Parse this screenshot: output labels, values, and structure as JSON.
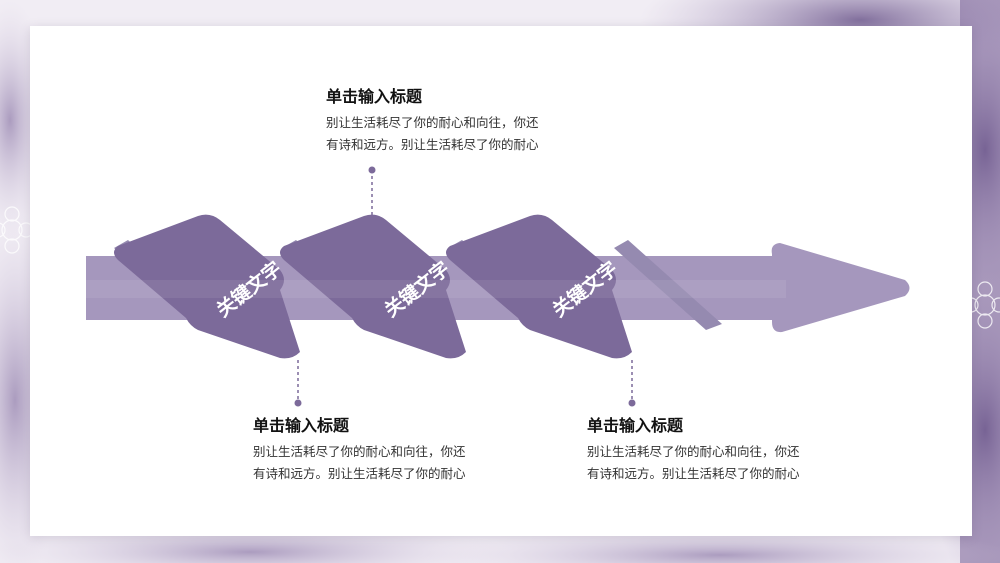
{
  "colors": {
    "ribbon": "#7c6a9a",
    "arrow_body": "#a597bd",
    "connector": "#7c6a9a",
    "text_title": "#111111",
    "text_body": "#333333"
  },
  "keywords": [
    "关键文字",
    "关键文字",
    "关键文字"
  ],
  "blocks": [
    {
      "title": "单击输入标题",
      "line1": "别让生活耗尽了你的耐心和向往，你还",
      "line2": "有诗和远方。别让生活耗尽了你的耐心"
    },
    {
      "title": "单击输入标题",
      "line1": "别让生活耗尽了你的耐心和向往，你还",
      "line2": "有诗和远方。别让生活耗尽了你的耐心"
    },
    {
      "title": "单击输入标题",
      "line1": "别让生活耗尽了你的耐心和向往，你还",
      "line2": "有诗和远方。别让生活耗尽了你的耐心"
    }
  ]
}
